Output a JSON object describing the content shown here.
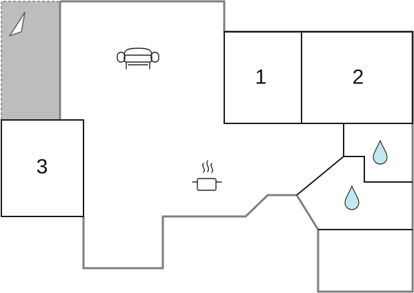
{
  "colors": {
    "terrace_fill": "#bdbdbd",
    "outer_wall": "#7f7f7f",
    "room_wall": "#1a1a1a",
    "water_drop": "#bfe9ef"
  },
  "rooms": [
    {
      "id": "bedroom-1",
      "label": "1"
    },
    {
      "id": "bedroom-2",
      "label": "2"
    },
    {
      "id": "bedroom-3",
      "label": "3"
    }
  ],
  "icons": [
    {
      "room": "living-area",
      "icon": "sofa-icon"
    },
    {
      "room": "kitchen",
      "icon": "cooking-pot-icon"
    },
    {
      "room": "terrace",
      "icon": "compass-arrow-icon"
    },
    {
      "room": "bathroom-upper",
      "icon": "water-drop-icon"
    },
    {
      "room": "bathroom-lower",
      "icon": "water-drop-icon"
    }
  ]
}
